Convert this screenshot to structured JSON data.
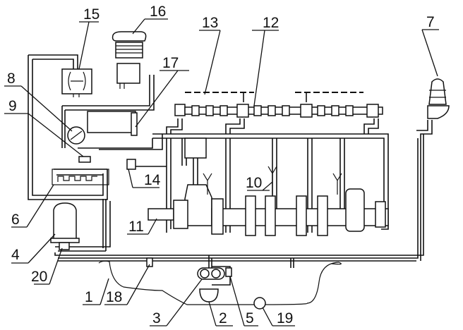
{
  "diagram": {
    "type": "engine lubrication system schematic",
    "labels": {
      "1": "1",
      "2": "2",
      "3": "3",
      "4": "4",
      "5": "5",
      "6": "6",
      "7": "7",
      "8": "8",
      "9": "9",
      "10": "10",
      "11": "11",
      "12": "12",
      "13": "13",
      "14": "14",
      "15": "15",
      "16": "16",
      "17": "17",
      "18": "18",
      "19": "19",
      "20": "20"
    },
    "colors": {
      "line": "#111111",
      "background": "#ffffff"
    }
  }
}
